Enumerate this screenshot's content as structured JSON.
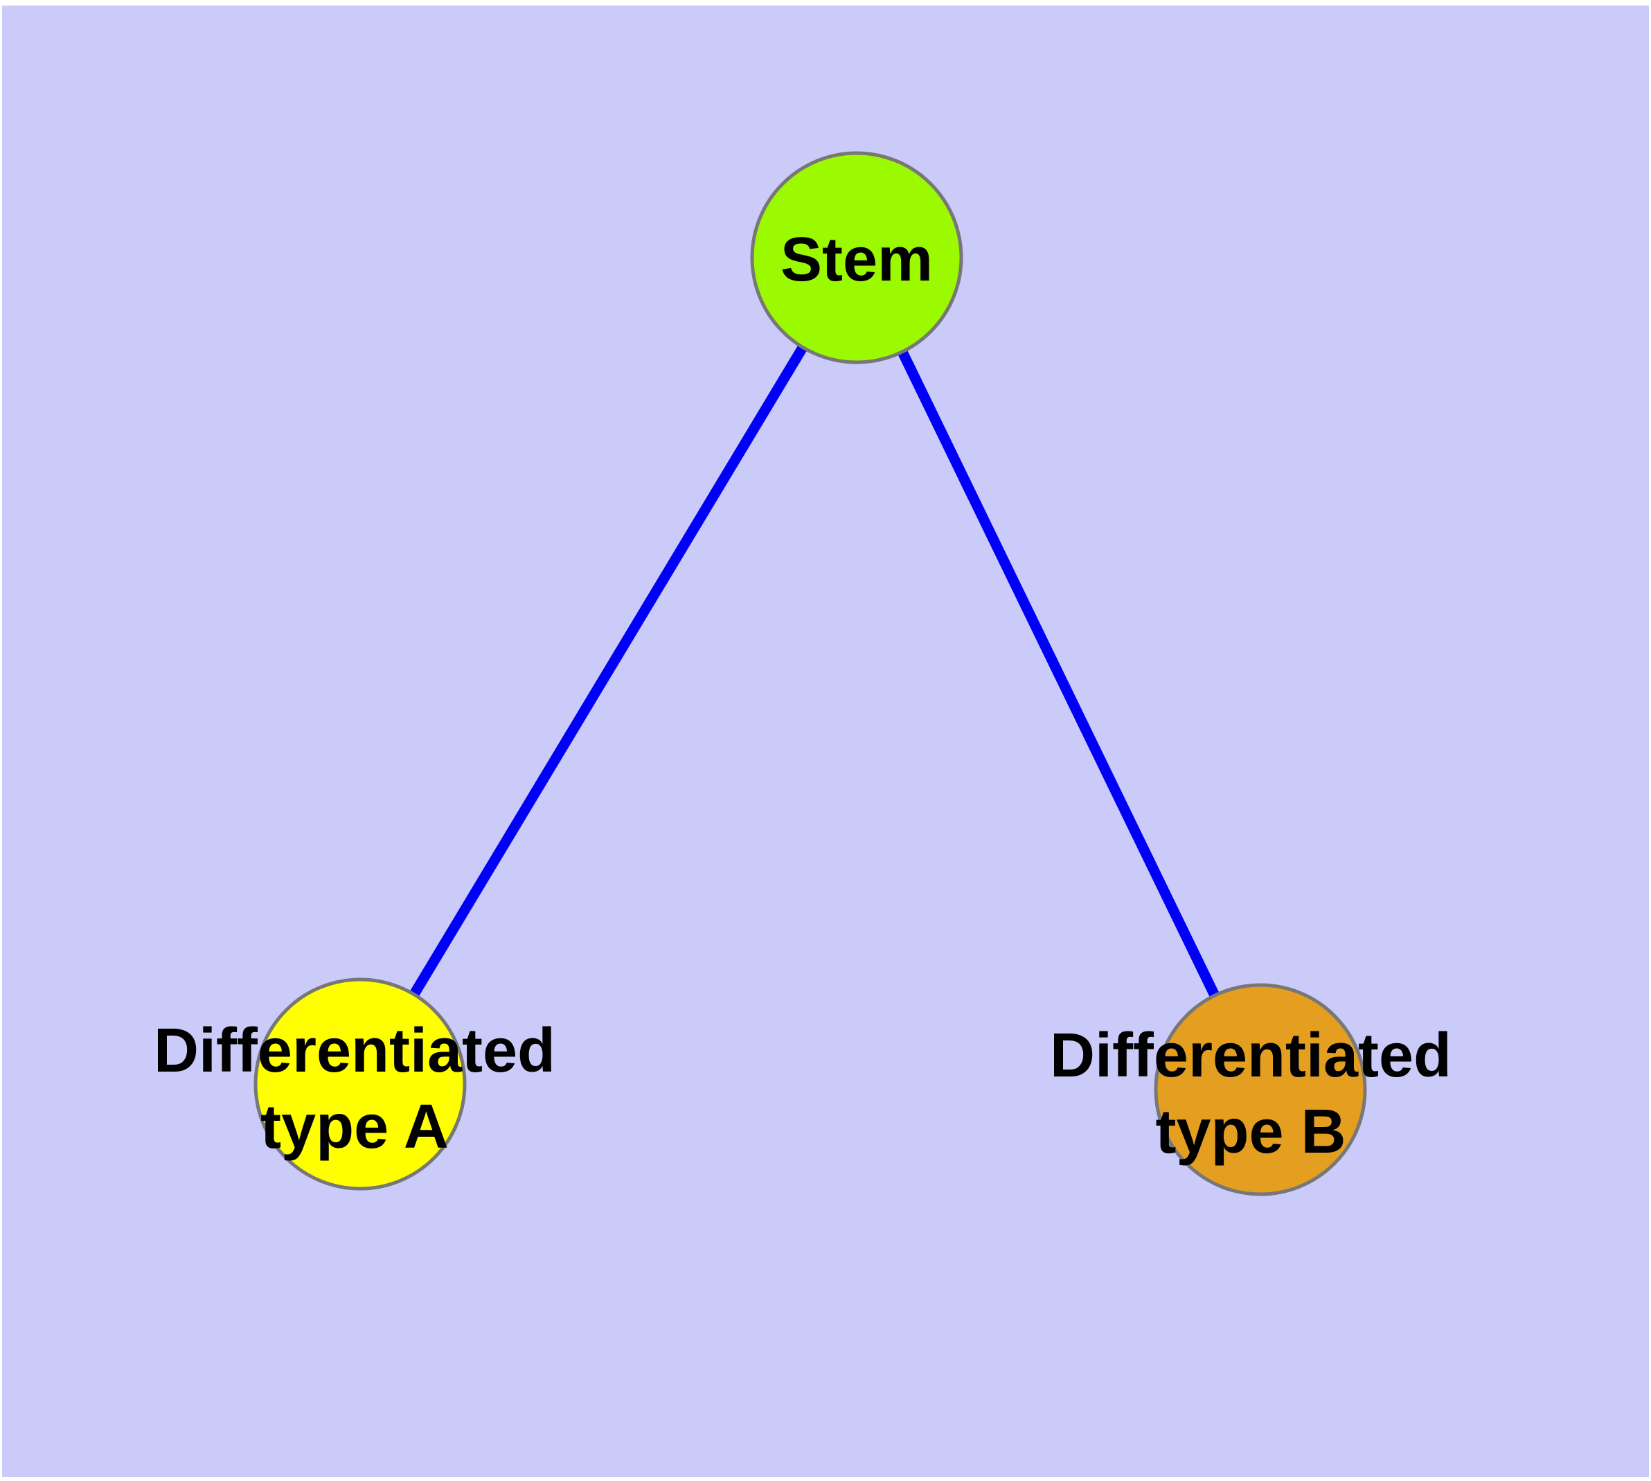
{
  "canvas": {
    "background_color": "#CBCBFA",
    "margin_color": "#FFFFFF"
  },
  "graph": {
    "type": "node-link-diagram",
    "nodes": [
      {
        "id": "stem",
        "label": "Stem",
        "fill_color": "#9BF900",
        "border_color": "#777777",
        "text_color": "#000000"
      },
      {
        "id": "differentiated-type-a",
        "label": "Differentiated type A",
        "line1": "Differentiated",
        "line2": "type A",
        "fill_color": "#FFFF00",
        "border_color": "#777777",
        "text_color": "#000000"
      },
      {
        "id": "differentiated-type-b",
        "label": "Differentiated type B",
        "line1": "Differentiated",
        "line2": "type B",
        "fill_color": "#E49E20",
        "border_color": "#777777",
        "text_color": "#000000"
      }
    ],
    "edges": [
      {
        "from": "Stem",
        "to": "Differentiated type A",
        "color": "#0000F8"
      },
      {
        "from": "Stem",
        "to": "Differentiated type B",
        "color": "#0000F8"
      }
    ]
  }
}
